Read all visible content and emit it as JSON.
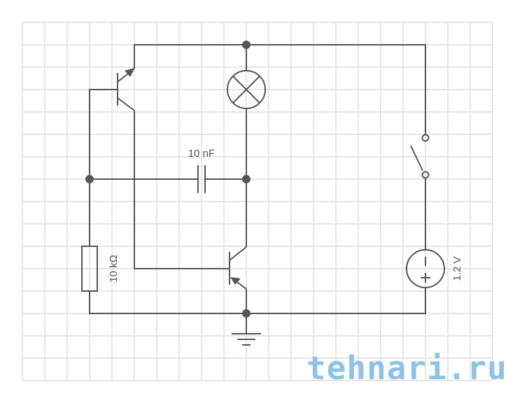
{
  "diagram": {
    "type": "circuit schematic",
    "components": {
      "capacitor_label": "10 nF",
      "resistor_label": "10 kΩ",
      "source_label": "1.2 V",
      "source_minus": "−",
      "source_plus": "+"
    },
    "watermark": "tehnari.ru",
    "colors": {
      "wire": "#555555",
      "grid": "#e6e6e6",
      "watermark": "#8ec3e6"
    }
  }
}
